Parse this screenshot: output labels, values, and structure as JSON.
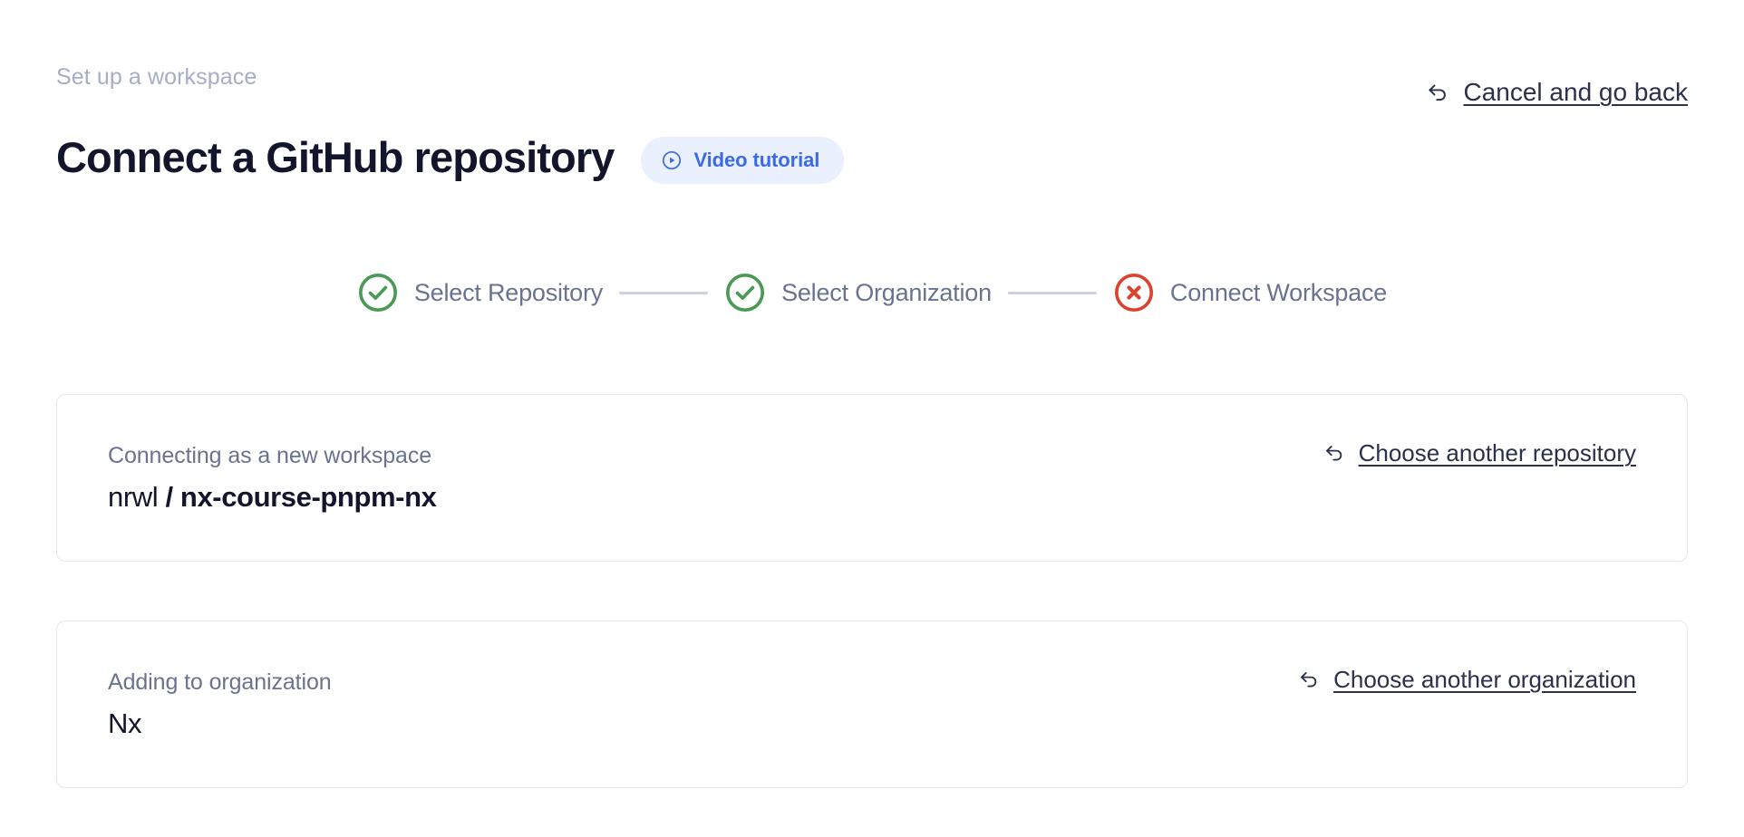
{
  "header": {
    "eyebrow": "Set up a workspace",
    "title": "Connect a GitHub repository",
    "video_badge": {
      "label": "Video tutorial",
      "icon": "play-circle-icon",
      "background": "#eaf0fd",
      "text_color": "#3b6ae5"
    },
    "cancel_link": {
      "label": "Cancel and go back",
      "icon": "undo-arrow-icon"
    }
  },
  "stepper": {
    "steps": [
      {
        "label": "Select Repository",
        "state": "complete",
        "icon": "check-circle-icon",
        "color": "#4a9a56"
      },
      {
        "label": "Select Organization",
        "state": "complete",
        "icon": "check-circle-icon",
        "color": "#4a9a56"
      },
      {
        "label": "Connect Workspace",
        "state": "error",
        "icon": "x-circle-icon",
        "color": "#d9452c"
      }
    ],
    "connector_color": "#ccd1e2",
    "label_color": "#69738f"
  },
  "cards": [
    {
      "caption": "Connecting as a new workspace",
      "value_owner": "nrwl",
      "value_separator": "/",
      "value_repo": "nx-course-pnpm-nx",
      "link": {
        "label": "Choose another repository",
        "icon": "undo-arrow-icon"
      }
    },
    {
      "caption": "Adding to organization",
      "value": "Nx",
      "link": {
        "label": "Choose another organization",
        "icon": "undo-arrow-icon"
      }
    }
  ],
  "colors": {
    "background": "#ffffff",
    "title": "#12152b",
    "eyebrow": "#a6aec6",
    "muted": "#69738f",
    "link": "#2b304c",
    "card_border": "#e6e7f0",
    "accent_blue": "#3b6ae5",
    "success_green": "#4a9a56",
    "error_red": "#d9452c"
  }
}
